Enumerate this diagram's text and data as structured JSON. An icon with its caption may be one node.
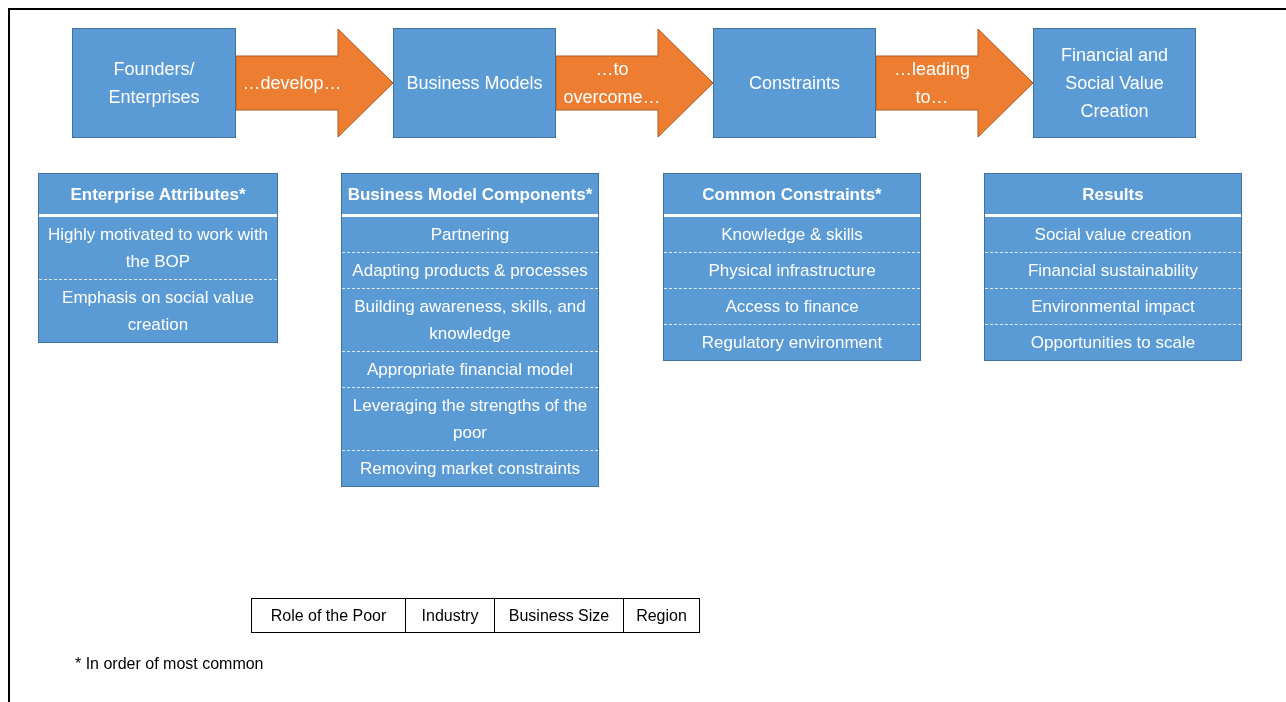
{
  "diagram": {
    "nodes": [
      {
        "text": [
          "Founders/ Enterprises"
        ]
      },
      {
        "text": [
          "Business Models"
        ]
      },
      {
        "text": [
          "Constraints"
        ]
      },
      {
        "text": [
          "Financial and Social Value Creation"
        ]
      },
      {
        "text": [
          "Enterprise Attributes*",
          "Highly motivated to work with the BOP",
          "Emphasis on social value creation"
        ]
      },
      {
        "text": [
          "Business Model Components*",
          "Partnering",
          "Adapting products & processes",
          "Building awareness, skills, and knowledge",
          "Appropriate financial model",
          "Leveraging the strengths of the poor",
          "Removing market constraints"
        ]
      },
      {
        "text": [
          "Common Constraints*",
          "Knowledge & skills",
          "Physical infrastructure",
          "Access to finance",
          "Regulatory environment"
        ]
      },
      {
        "text": [
          "Results",
          "Social value creation",
          "Financial sustainability",
          "Environmental impact",
          "Opportunities to scale"
        ]
      }
    ],
    "edges": [
      {
        "from": 0,
        "to": 1,
        "arrow": "to",
        "label": "…develop…",
        "style": "thick",
        "color": "#ed7d31"
      },
      {
        "from": 1,
        "to": 2,
        "arrow": "to",
        "label": "…to overcome…",
        "style": "thick",
        "color": "#ed7d31"
      },
      {
        "from": 2,
        "to": 3,
        "arrow": "to",
        "label": "…leading to…",
        "style": "thick",
        "color": "#ed7d31"
      }
    ],
    "labels": [
      "Role of the Poor",
      "Industry",
      "Business Size",
      "Region",
      "* In order of most common"
    ]
  }
}
